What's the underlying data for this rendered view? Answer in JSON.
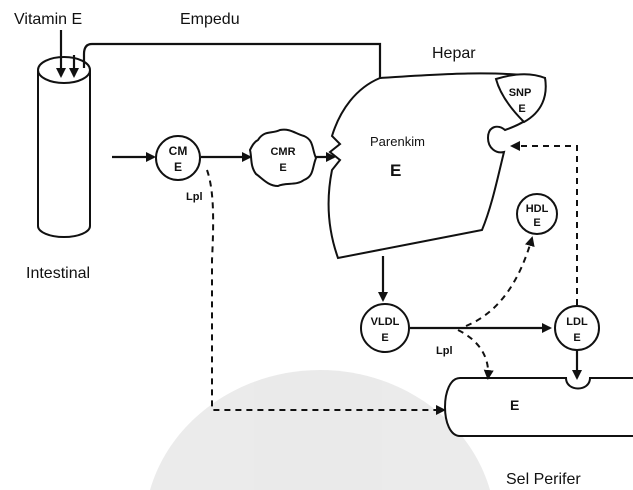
{
  "labels": {
    "vitamin_e": "Vitamin E",
    "empedu": "Empedu",
    "hepar": "Hepar",
    "intestinal": "Intestinal",
    "parenkim": "Parenkim",
    "parenkim_e": "E",
    "sel_perifer": "Sel Perifer",
    "sel_perifer_e": "E",
    "lpl_1": "Lpl",
    "lpl_2": "Lpl"
  },
  "nodes": {
    "cm": {
      "top": "CM",
      "bottom": "E"
    },
    "cmr": {
      "top": "CMR",
      "bottom": "E"
    },
    "snp": {
      "top": "SNP",
      "bottom": "E"
    },
    "hdl": {
      "top": "HDL",
      "bottom": "E"
    },
    "vldl": {
      "top": "VLDL",
      "bottom": "E"
    },
    "ldl": {
      "top": "LDL",
      "bottom": "E"
    }
  },
  "colors": {
    "ink": "#111111",
    "background": "#ffffff"
  }
}
